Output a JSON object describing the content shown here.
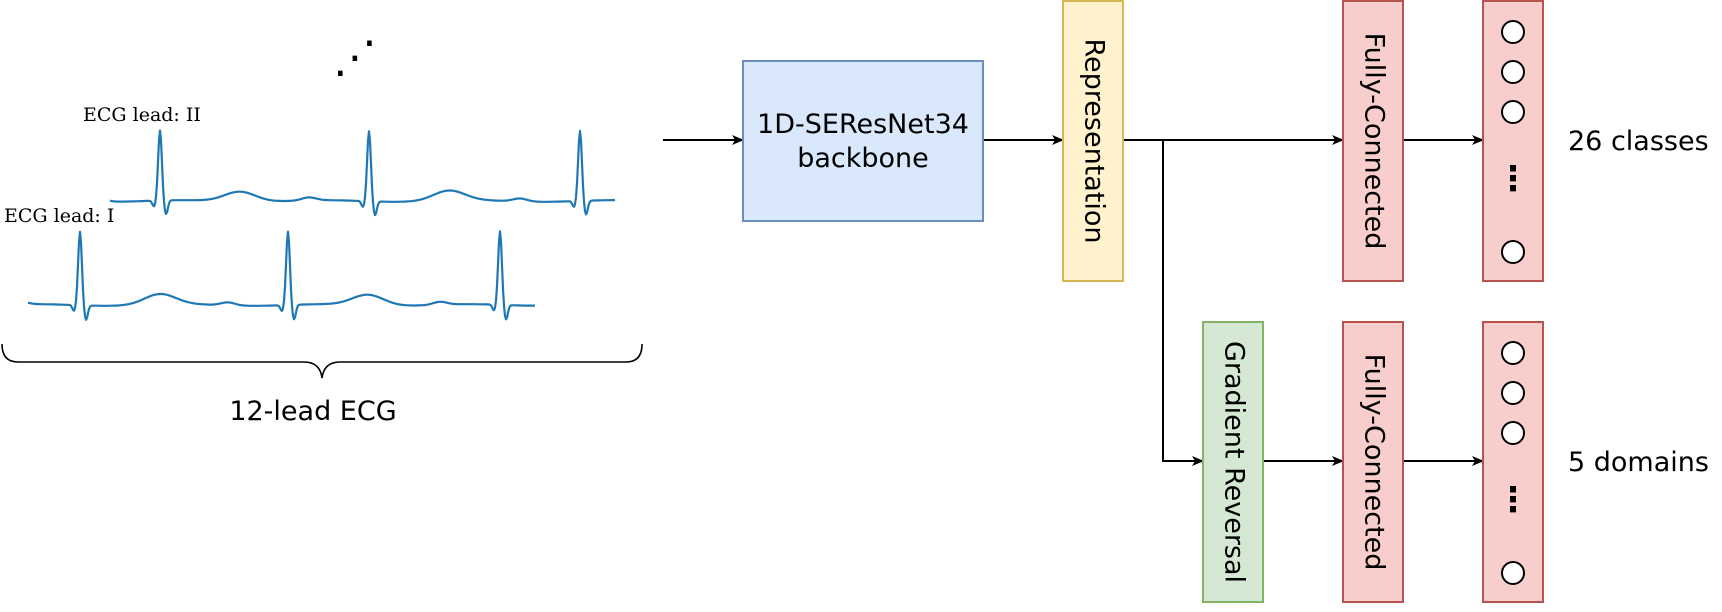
{
  "colors": {
    "backbone_fill": "#dae8fc",
    "backbone_stroke": "#6c8ebf",
    "representation_fill": "#fff2cc",
    "representation_stroke": "#d6b656",
    "fc_fill": "#f8cecc",
    "fc_stroke": "#b85450",
    "grl_fill": "#d5e8d4",
    "grl_stroke": "#82b366",
    "ecg_trace": "#1f77b4"
  },
  "ecg": {
    "lead_ii_label": "ECG lead: II",
    "lead_i_label": "ECG lead: I",
    "more_leads": "⋰",
    "group_label": "12-lead ECG"
  },
  "blocks": {
    "backbone_line1": "1D-SEResNet34",
    "backbone_line2": "backbone",
    "representation": "Representation",
    "fc_top": "Fully-Connected",
    "fc_bottom": "Fully-Connected",
    "gradient_reversal": "Gradient Reversal"
  },
  "outputs": {
    "top_label": "26 classes",
    "bottom_label": "5 domains",
    "ellipsis": "⋮"
  }
}
